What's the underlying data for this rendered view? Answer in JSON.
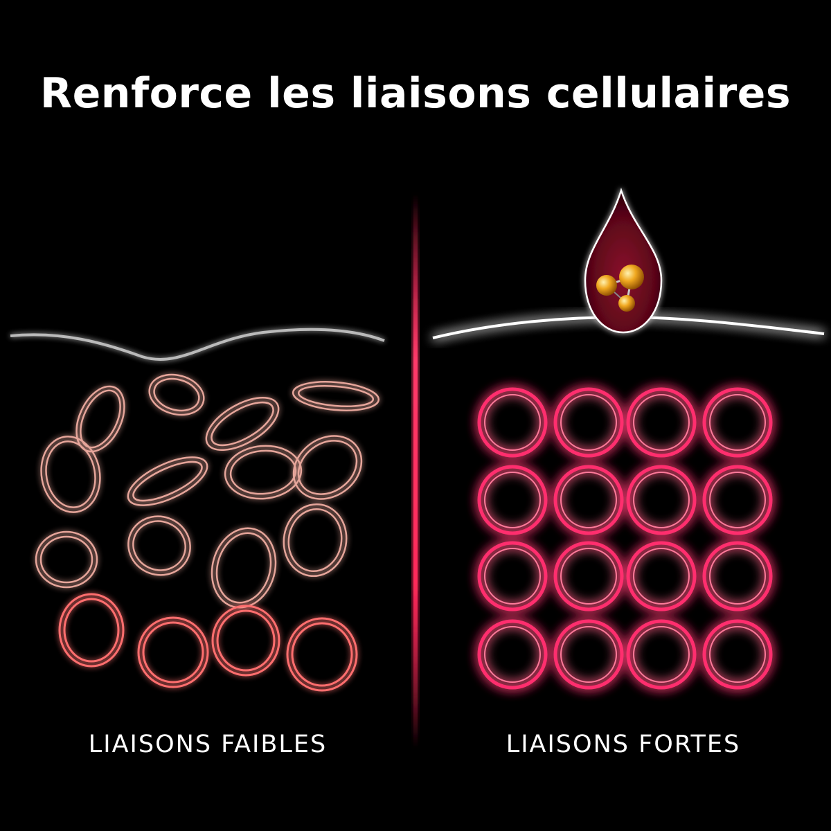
{
  "title": "Renforce les liaisons cellulaires",
  "left_panel": {
    "label": "LIAISONS FAIBLES"
  },
  "right_panel": {
    "label": "LIAISONS FORTES"
  },
  "colors": {
    "background": "#000000",
    "weak_cell": "#d98a7f",
    "strong_cell": "#ff2f6e",
    "divider": "#ff2a5a",
    "drop": "#b0123d",
    "molecule": "#e8a020"
  },
  "icons": [
    "droplet-icon",
    "molecule-icon"
  ]
}
